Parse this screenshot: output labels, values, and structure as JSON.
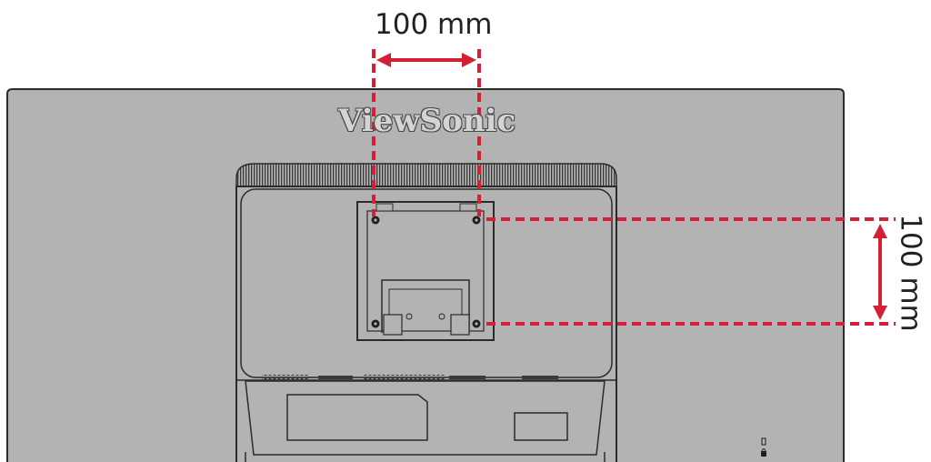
{
  "diagram": {
    "brand_logo": "ViewSonic",
    "dimension_horizontal": "100 mm",
    "dimension_vertical": "100 mm"
  },
  "colors": {
    "panel_gray": "#b3b3b3",
    "outline": "#2b2b2b",
    "dimension_red": "#d32035",
    "vent_dark": "#3a3a3a"
  },
  "icons": {
    "lock_slot": "kensington-lock-icon",
    "screw_hole": "screw-hole-icon"
  }
}
